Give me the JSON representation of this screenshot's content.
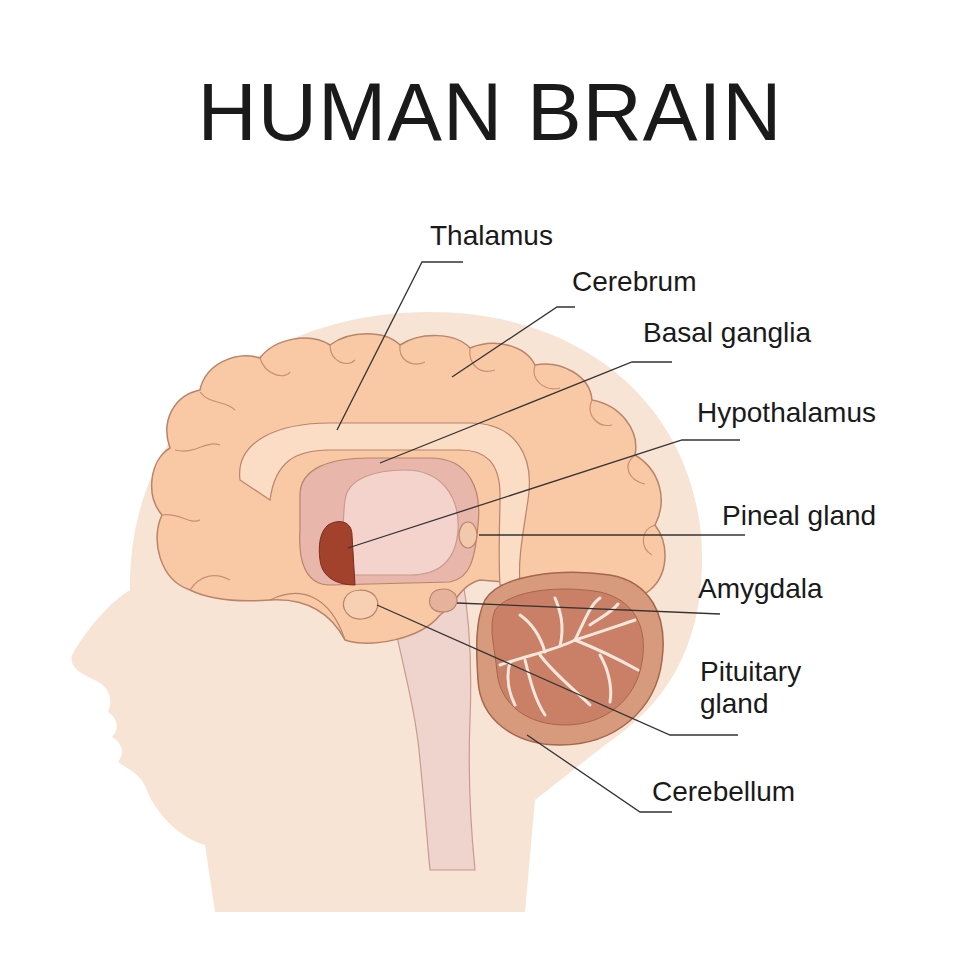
{
  "diagram": {
    "title": "HUMAN BRAIN",
    "labels": [
      "Thalamus",
      "Cerebrum",
      "Basal ganglia",
      "Hypothalamus",
      "Pineal gland",
      "Amygdala",
      "Pituitary gland",
      "Cerebellum"
    ]
  }
}
